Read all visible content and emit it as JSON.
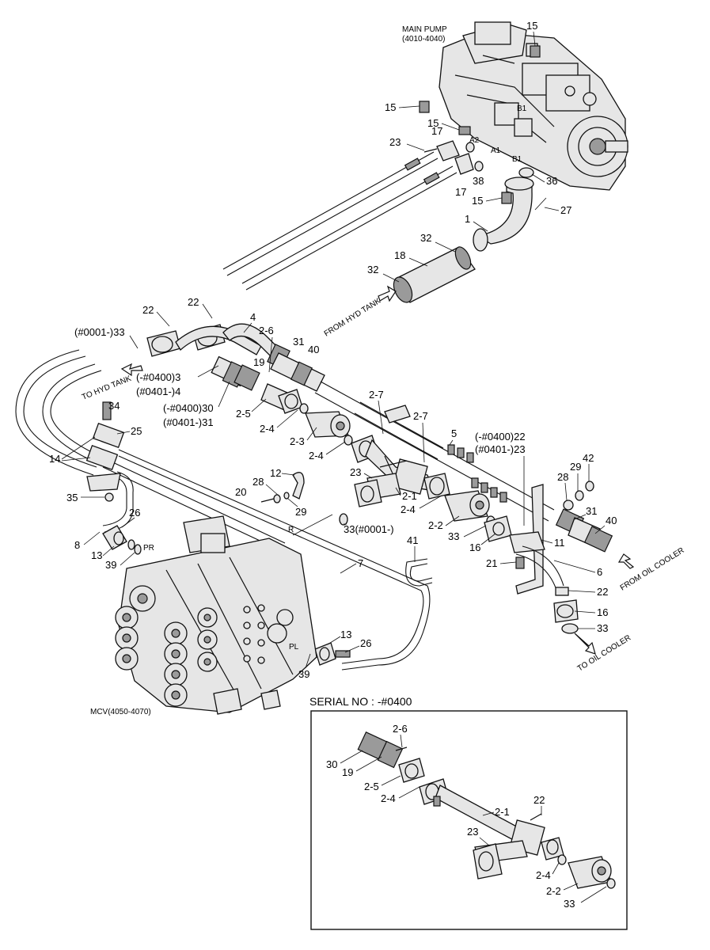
{
  "assemblies": {
    "main_pump": {
      "title": "MAIN PUMP",
      "serial_range": "(4010-4040)"
    },
    "mcv": {
      "title": "MCV(4050-4070)"
    }
  },
  "flow_labels": {
    "from_hyd_tank": "FROM HYD TANK",
    "to_hyd_tank": "TO HYD TANK",
    "from_oil_cooler": "FROM OIL COOLER",
    "to_oil_cooler": "TO OIL COOLER"
  },
  "port_labels": {
    "a1": "A1",
    "a2": "A2",
    "b1": "B1",
    "b1_upper": "B1",
    "pr": "PR",
    "pl": "PL",
    "r": "R"
  },
  "callouts": {
    "c15a": "15",
    "c15b": "15",
    "c15c": "15",
    "c15d": "15",
    "c17a": "17",
    "c17b": "17",
    "c23a": "23",
    "c38": "38",
    "c36": "36",
    "c27": "27",
    "c1": "1",
    "c32a": "32",
    "c32b": "32",
    "c18": "18",
    "c22a": "22",
    "c22b": "22",
    "c33a": "(#0001-)33",
    "c4": "4",
    "c26a": "2-6",
    "c31a": "31",
    "c40a": "40",
    "c19a": "19",
    "c3": "(-#0400)3",
    "c3b": "(#0401-)4",
    "c30": "(-#0400)30",
    "c30b": "(#0401-)31",
    "c25a": "2-5",
    "c24a": "2-4",
    "c23b": "2-3",
    "c24b": "2-4",
    "c27a": "2-7",
    "c27b": "2-7",
    "c5": "5",
    "c22c": "(-#0400)22",
    "c22d": "(#0401-)23",
    "c42": "42",
    "c29a": "29",
    "c28a": "28",
    "c31b": "31",
    "c40b": "40",
    "c34": "34",
    "c25": "25",
    "c14": "14",
    "c35": "35",
    "c12": "12",
    "c28b": "28",
    "c20": "20",
    "c29b": "29",
    "c23c": "23",
    "c21a": "2-1",
    "c24c": "2-4",
    "c33b": "33(#0001-)",
    "c22e": "2-2",
    "c33c": "33",
    "c16a": "16",
    "c11": "11",
    "c41": "41",
    "c21": "21",
    "c6": "6",
    "c22f": "22",
    "c16b": "16",
    "c33d": "33",
    "c26": "26",
    "c8": "8",
    "c13a": "13",
    "c39a": "39",
    "c7": "7",
    "c13b": "13",
    "c26b": "26",
    "c39b": "39"
  },
  "inset": {
    "title": "SERIAL NO : -#0400",
    "callouts": {
      "i26": "2-6",
      "i30": "30",
      "i19": "19",
      "i25": "2-5",
      "i24a": "2-4",
      "i21": "2-1",
      "i22": "22",
      "i23": "23",
      "i24b": "2-4",
      "i22b": "2-2",
      "i33": "33"
    }
  }
}
